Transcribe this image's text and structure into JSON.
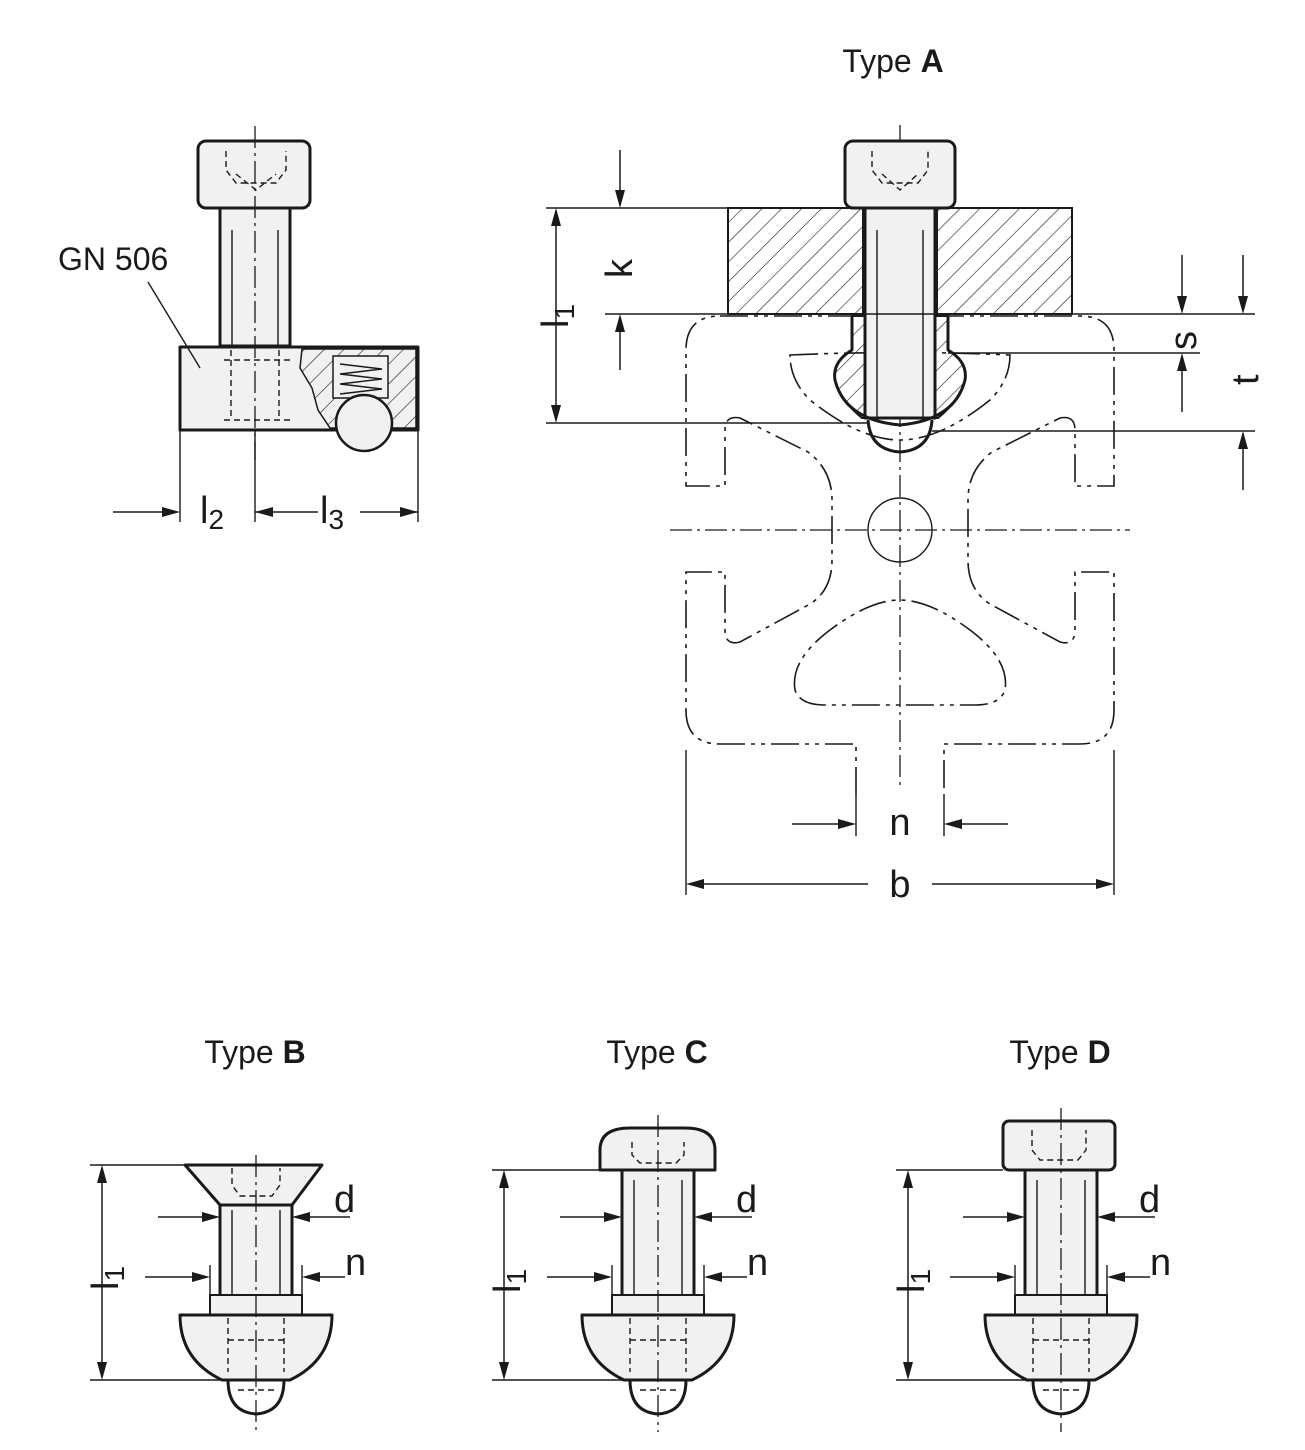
{
  "labels": {
    "type_a_prefix": "Type ",
    "type_a_letter": "A",
    "type_b_prefix": "Type ",
    "type_b_letter": "B",
    "type_c_prefix": "Type ",
    "type_c_letter": "C",
    "type_d_prefix": "Type ",
    "type_d_letter": "D",
    "part_ref": "GN 506"
  },
  "dimensions": {
    "l1": "l",
    "l1_sub": "1",
    "l2": "l",
    "l2_sub": "2",
    "l3": "l",
    "l3_sub": "3",
    "k": "k",
    "s": "s",
    "t": "t",
    "n": "n",
    "b": "b",
    "d": "d"
  }
}
